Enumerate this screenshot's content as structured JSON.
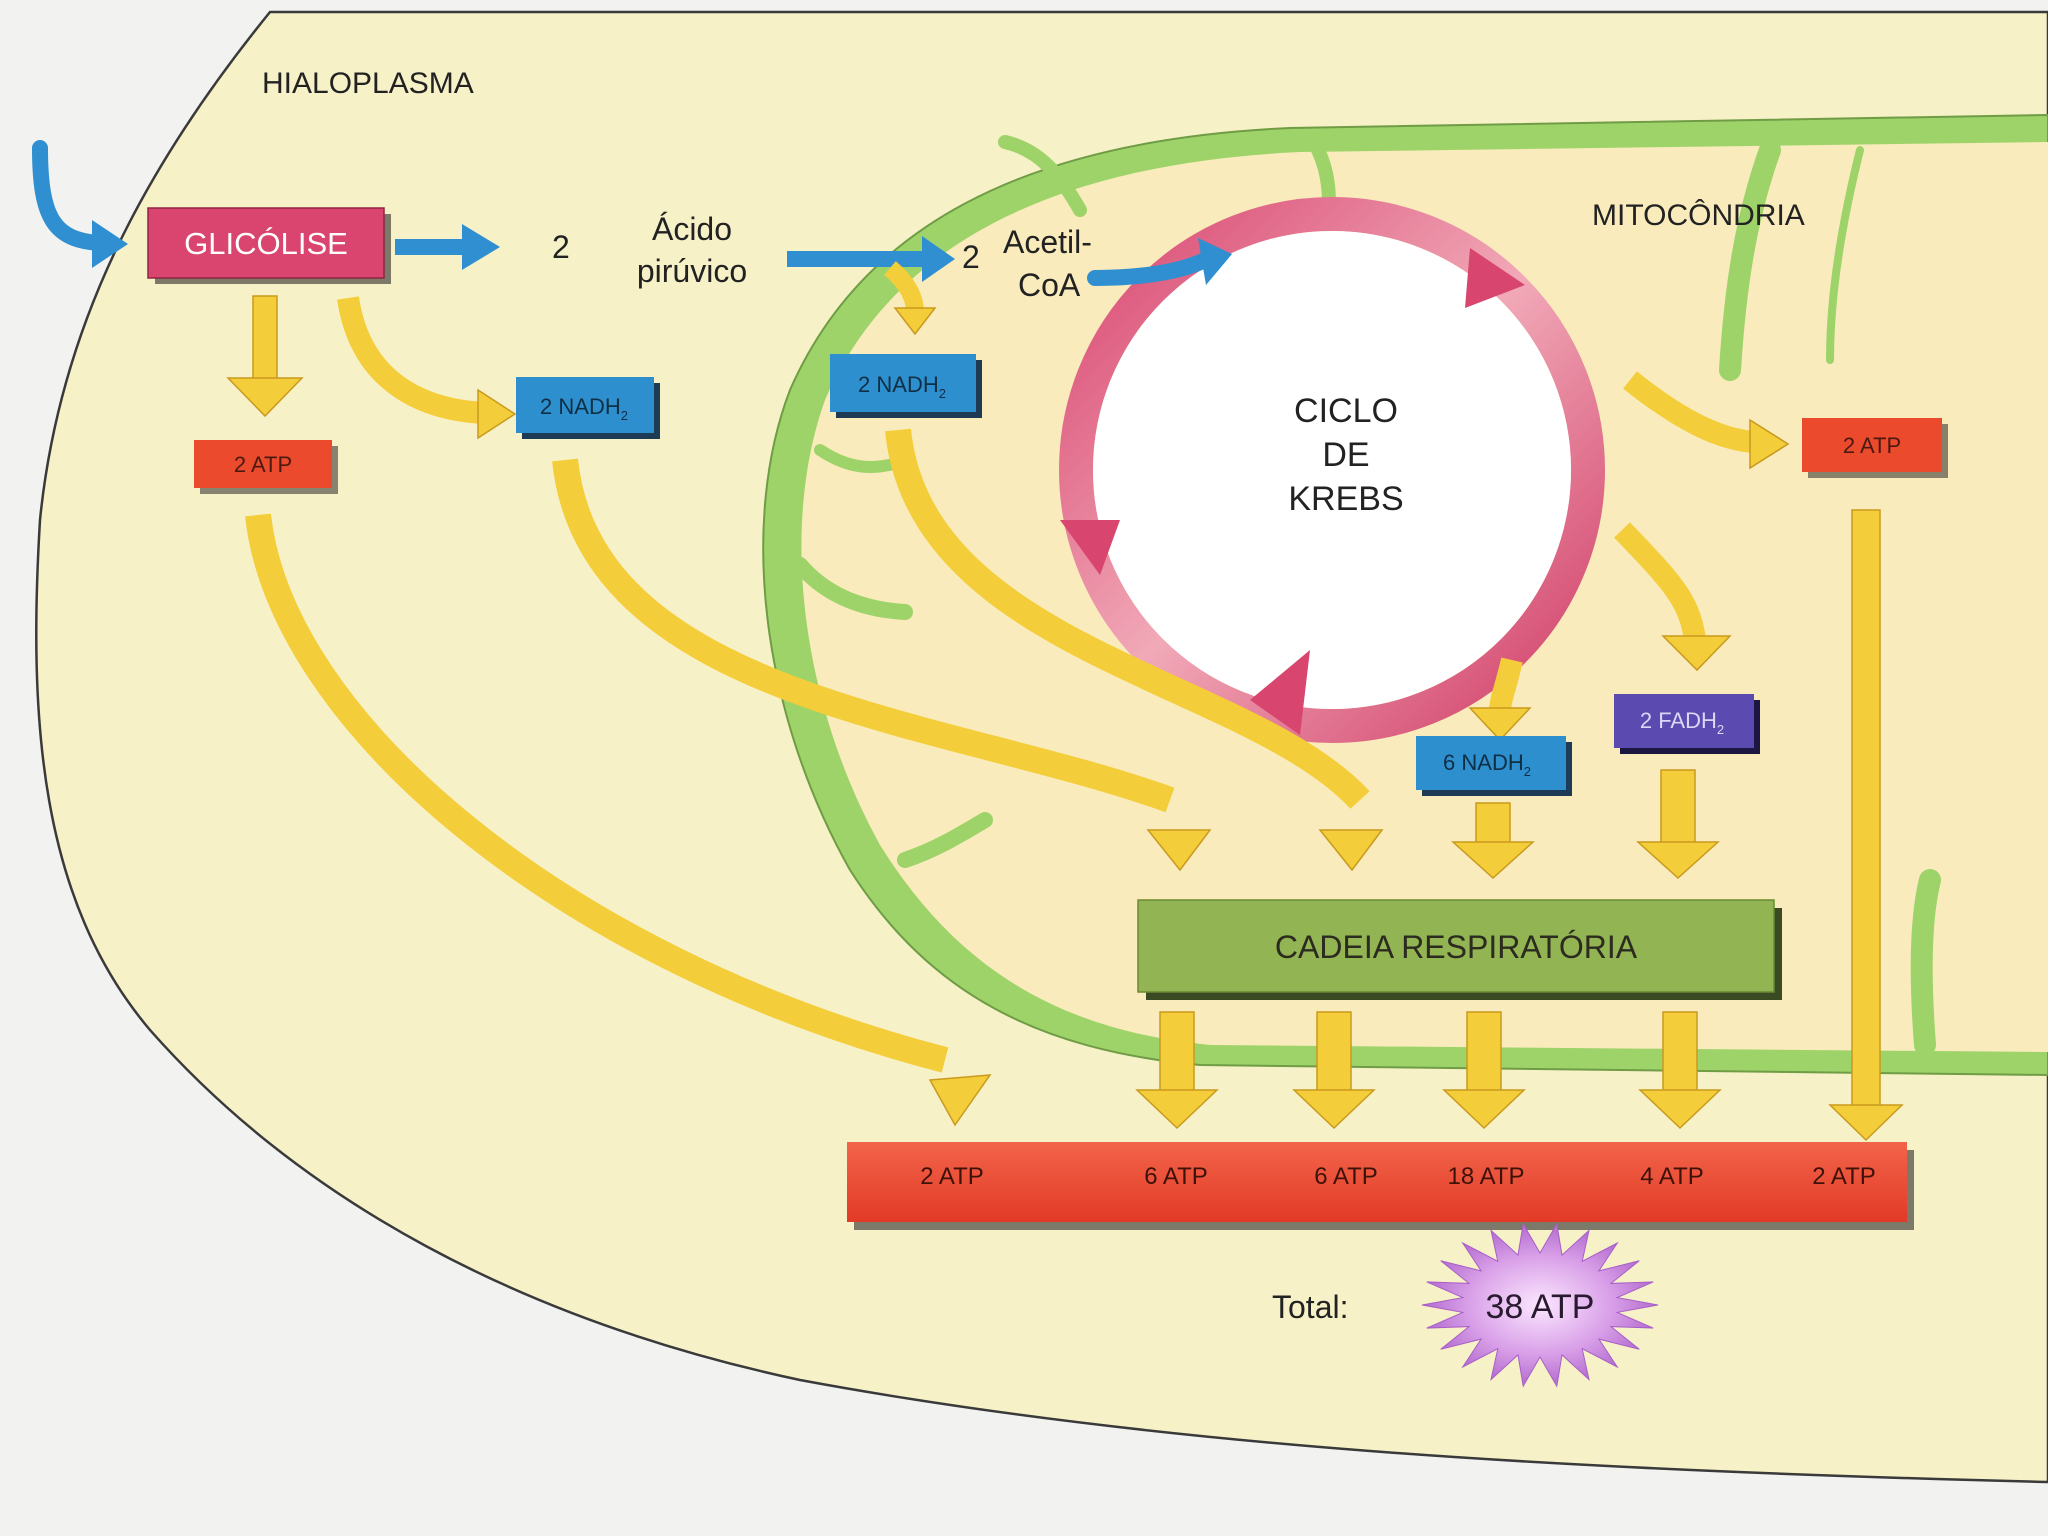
{
  "labels": {
    "hialoplasma": "HIALOPLASMA",
    "mitocondria": "MITOCÔNDRIA",
    "two_a": "2",
    "acido_1": "Ácido",
    "acido_2": "pirúvico",
    "two_b": "2",
    "acetil_1": "Acetil-",
    "acetil_2": "CoA",
    "ciclo_1": "CICLO",
    "ciclo_2": "DE",
    "ciclo_3": "KREBS",
    "total_label": "Total:"
  },
  "boxes": {
    "glicolise": "GLICÓLISE",
    "atp_glicolise": "2 ATP",
    "nadh_glicolise_num": "2 NADH",
    "nadh_glicolise_sub": "2",
    "nadh_acetil_num": "2 NADH",
    "nadh_acetil_sub": "2",
    "atp_krebs": "2 ATP",
    "fadh_krebs_num": "2 FADH",
    "fadh_krebs_sub": "2",
    "nadh_krebs_num": "6 NADH",
    "nadh_krebs_sub": "2",
    "cadeia": "CADEIA RESPIRATÓRIA",
    "total_value": "38 ATP"
  },
  "atp_bar": [
    "2 ATP",
    "6 ATP",
    "6 ATP",
    "18 ATP",
    "4 ATP",
    "2 ATP"
  ],
  "colors": {
    "background": "#f2f3f1",
    "cytoplasm": "#f7f1c8",
    "mitochondria_fill": "#f9ebbb",
    "membrane": "#9ed36a",
    "glicolise_box": "#d9456e",
    "atp_box": "#ec4a2d",
    "nadh_box": "#2e8fcf",
    "fadh_box": "#5b4bb0",
    "cadeia_box": "#93b452",
    "krebs_ring": "#e0577d",
    "yellow_arrow": "#f4cd3a",
    "blue_arrow": "#2f8fd0",
    "total_star": "#c88bd9"
  }
}
